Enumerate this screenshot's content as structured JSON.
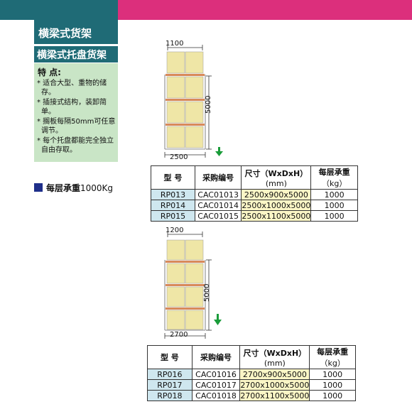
{
  "header": {
    "title": "横梁式货架",
    "subtitle": "横梁式托盘货架"
  },
  "features": {
    "heading": "特 点:",
    "items": [
      "* 适合大型、重物的储存。",
      "* 插接式结构，装卸简单。",
      "* 搁板每隔50mm可任意调节。",
      "* 每个托盘都能完全独立自由存取。"
    ]
  },
  "load": {
    "label": "每层承重",
    "value": "1000Kg"
  },
  "rack1": {
    "width_label": "2500",
    "depth_label": "1100",
    "height_label": "5000"
  },
  "rack2": {
    "width_label": "2700",
    "depth_label": "1200",
    "height_label": "5000"
  },
  "table_headers": {
    "model": "型  号",
    "code": "采购编号",
    "size": "尺寸（WxDxH）",
    "size_unit": "(mm)",
    "load": "每层承重",
    "load_unit": "（kg）"
  },
  "table1": [
    {
      "model": "RP013",
      "code": "CAC01013",
      "size": "2500x900x5000",
      "load": "1000"
    },
    {
      "model": "RP014",
      "code": "CAC01014",
      "size": "2500x1000x5000",
      "load": "1000"
    },
    {
      "model": "RP015",
      "code": "CAC01015",
      "size": "2500x1100x5000",
      "load": "1000"
    }
  ],
  "table2": [
    {
      "model": "RP016",
      "code": "CAC01016",
      "size": "2700x900x5000",
      "load": "1000"
    },
    {
      "model": "RP017",
      "code": "CAC01017",
      "size": "2700x1000x5000",
      "load": "1000"
    },
    {
      "model": "RP018",
      "code": "CAC01018",
      "size": "2700x1100x5000",
      "load": "1000"
    }
  ],
  "colors": {
    "teal": "#1f6b76",
    "magenta": "#dc2f7c",
    "green_panel": "#c9e5c6",
    "box": "#efe6a6",
    "beam": "#d98a5a"
  }
}
